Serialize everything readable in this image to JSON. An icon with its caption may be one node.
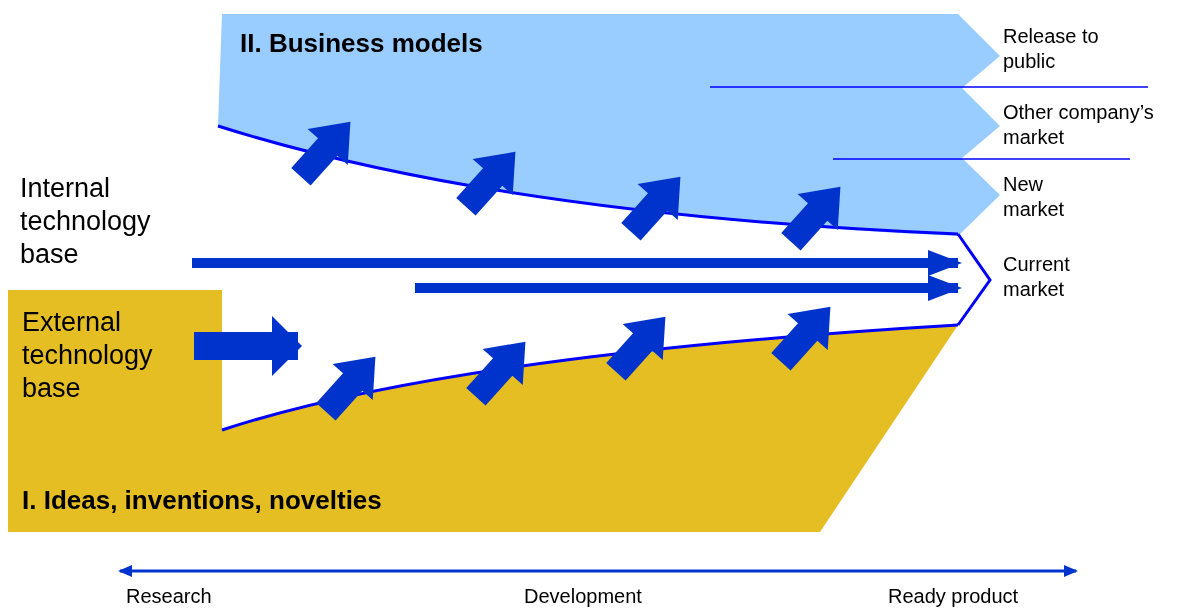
{
  "diagram": {
    "nodes": [
      {
        "text": [
          "II. Business models"
        ]
      },
      {
        "text": [
          "I. Ideas, inventions, novelties"
        ]
      },
      {
        "text": [
          "Internal technology base"
        ]
      },
      {
        "text": [
          "External technology base"
        ],
        "in": 1
      },
      {
        "text": [
          "Release to public"
        ]
      },
      {
        "text": [
          "Other company’s market"
        ]
      },
      {
        "text": [
          "New market"
        ]
      },
      {
        "text": [
          "Current market"
        ]
      }
    ],
    "edges": [
      {
        "from": 2,
        "to": 7,
        "arrow": "to"
      },
      {
        "from": null,
        "to": 7,
        "arrow": "to"
      },
      {
        "from": 3,
        "to": null,
        "arrow": "to",
        "style": "thick"
      }
    ],
    "labels": [
      "Research",
      "Development",
      "Ready product"
    ]
  }
}
